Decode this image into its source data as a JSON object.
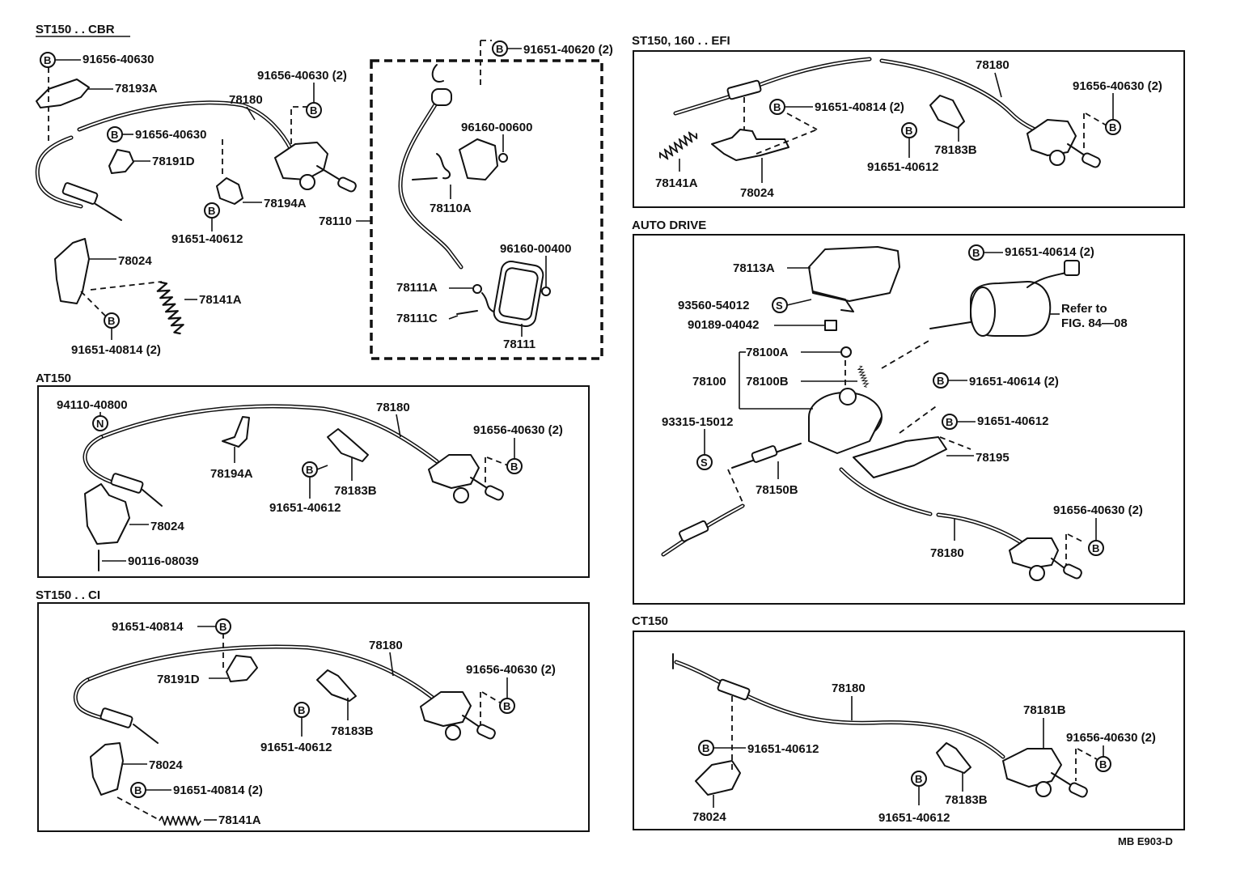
{
  "sections": {
    "st150_cbr": "ST150 . . CBR",
    "st150_efi": "ST150, 160 . . EFI",
    "auto_drive": "AUTO DRIVE",
    "at150": "AT150",
    "st150_ci": "ST150 . . CI",
    "ct150": "CT150"
  },
  "markers": {
    "b": "B",
    "s": "S",
    "n": "N"
  },
  "labels": {
    "cbr": {
      "p1": "91656-40630",
      "p2": "78193A",
      "p3": "91656-40630 (2)",
      "p4": "78180",
      "p5": "91656-40630",
      "p6": "78191D",
      "p7": "78194A",
      "p8": "91651-40612",
      "p9": "78024",
      "p10": "78141A",
      "p11": "91651-40814 (2)"
    },
    "center": {
      "p1": "91651-40620 (2)",
      "p2": "96160-00600",
      "p3": "78110A",
      "p4": "78110",
      "p5": "96160-00400",
      "p6": "78111A",
      "p7": "78111C",
      "p8": "78111"
    },
    "efi": {
      "p1": "78180",
      "p2": "91656-40630 (2)",
      "p3": "91651-40814 (2)",
      "p4": "78183B",
      "p5": "91651-40612",
      "p6": "78141A",
      "p7": "78024"
    },
    "auto": {
      "p1": "78113A",
      "p2": "91651-40614 (2)",
      "p3": "93560-54012",
      "p4": "90189-04042",
      "p5": "Refer to",
      "p6": "FIG. 84—08",
      "p7": "78100A",
      "p8": "78100",
      "p9": "78100B",
      "p10": "91651-40614 (2)",
      "p11": "93315-15012",
      "p12": "91651-40612",
      "p13": "78195",
      "p14": "78150B",
      "p15": "91656-40630 (2)",
      "p16": "78180"
    },
    "at150": {
      "p1": "94110-40800",
      "p2": "78180",
      "p3": "91656-40630 (2)",
      "p4": "78194A",
      "p5": "78183B",
      "p6": "91651-40612",
      "p7": "78024",
      "p8": "90116-08039"
    },
    "ci": {
      "p1": "91651-40814",
      "p2": "78180",
      "p3": "91656-40630 (2)",
      "p4": "78191D",
      "p5": "78183B",
      "p6": "91651-40612",
      "p7": "78024",
      "p8": "91651-40814 (2)",
      "p9": "78141A"
    },
    "ct150": {
      "p1": "78180",
      "p2": "78181B",
      "p3": "91656-40630 (2)",
      "p4": "91651-40612",
      "p5": "78024",
      "p6": "78183B",
      "p7": "91651-40612"
    }
  },
  "footer": {
    "code": "MB E903-D"
  }
}
